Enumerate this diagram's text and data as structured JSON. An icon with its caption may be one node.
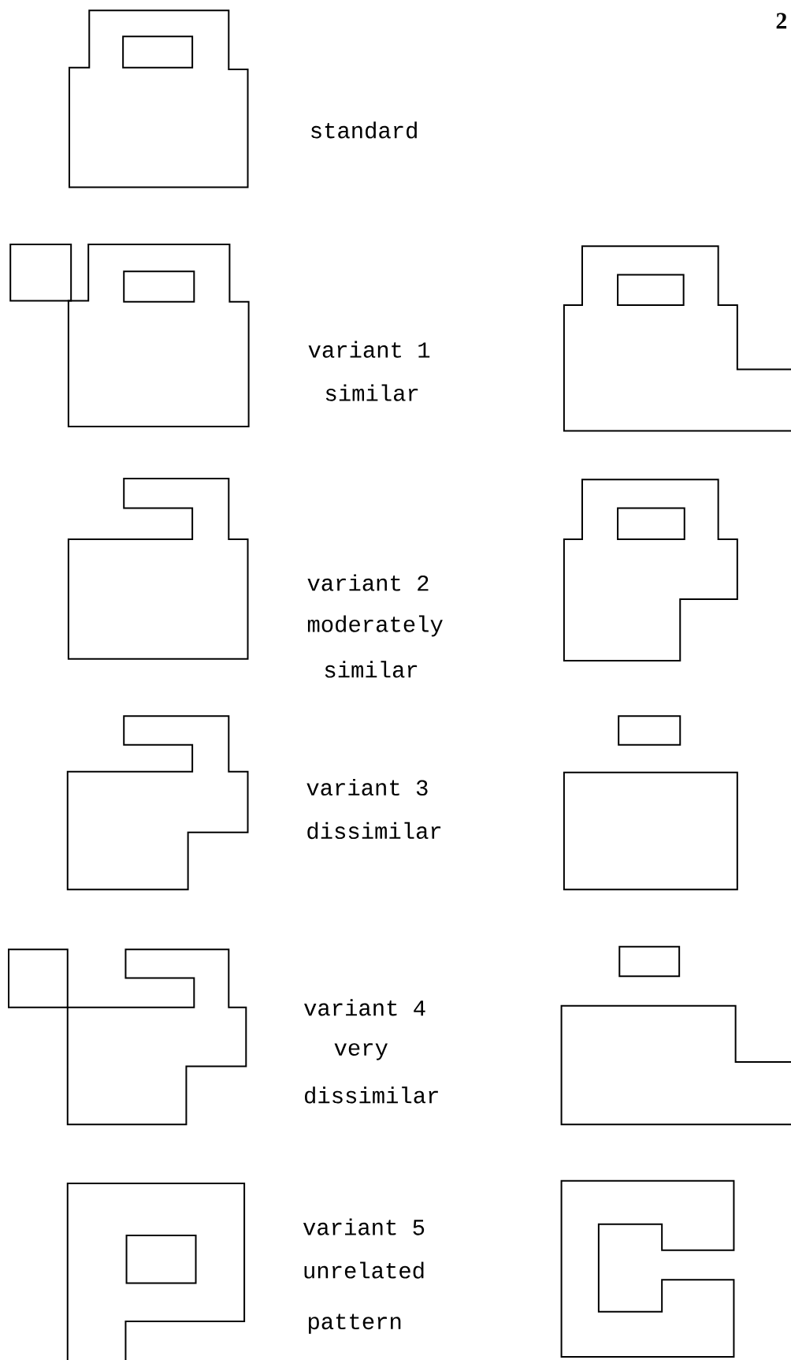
{
  "diagram": {
    "labels": [
      "2",
      "standard",
      "variant 1",
      "similar",
      "variant 2",
      "moderately",
      "similar",
      "variant 3",
      "dissimilar",
      "variant 4",
      "very",
      "dissimilar",
      "variant 5",
      "unrelated",
      "pattern"
    ]
  }
}
